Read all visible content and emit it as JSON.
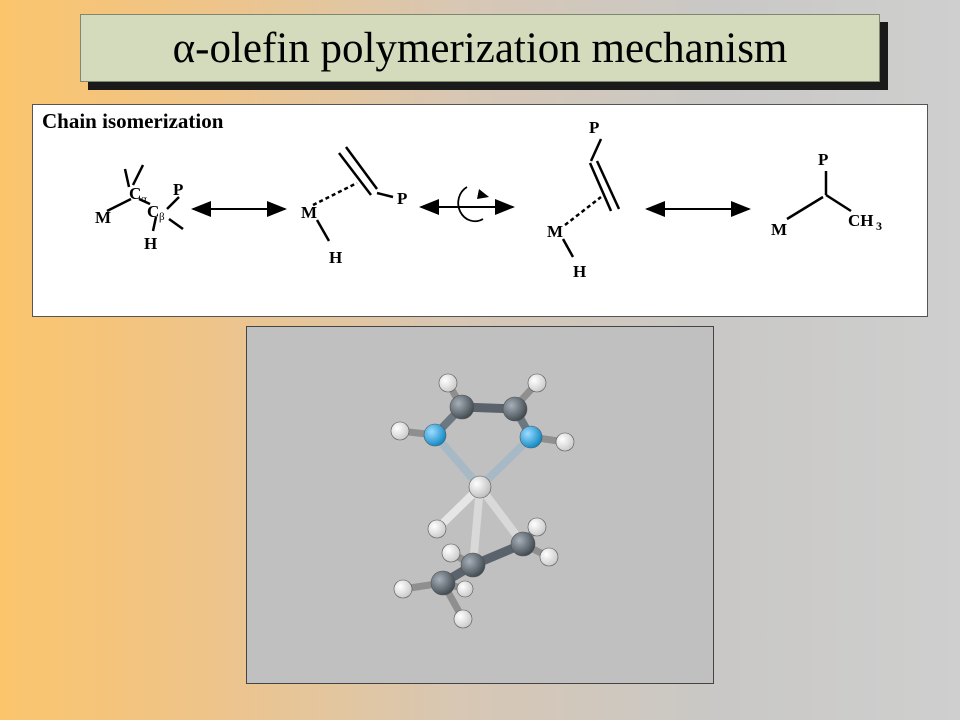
{
  "slide": {
    "title": "α-olefin polymerization mechanism"
  },
  "mechanism": {
    "section_label": "Chain isomerization",
    "atoms": {
      "metal": "M",
      "hydrogen": "H",
      "polymer": "P",
      "c_alpha": "C",
      "alpha_sub": "α",
      "c_beta": "C",
      "beta_sub": "β",
      "methyl": "CH",
      "methyl_sub": "3"
    }
  },
  "colors": {
    "title_bg": "#d3dbbc",
    "carbon": "#5f6a73",
    "nitrogen": "#1ea7e8",
    "hydrogen": "#ffffff",
    "metal": "#dcdcdc"
  }
}
